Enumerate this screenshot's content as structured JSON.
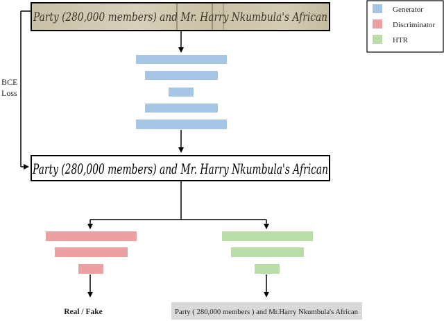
{
  "diagram": {
    "legend": [
      {
        "label": "Generator",
        "color": "#a7c6e6"
      },
      {
        "label": "Discriminator",
        "color": "#eba1a1"
      },
      {
        "label": "HTR",
        "color": "#b9dcaa"
      }
    ],
    "input_image_text": "Party (280,000 members) and Mr. Harry Nkumbula's African",
    "generated_image_text": "Party (280,000 members) and Mr. Harry Nkumbula's African",
    "loss_label_line1": "BCE",
    "loss_label_line2": "Loss",
    "discriminator_output": "Real / Fake",
    "htr_output": "Party ( 280,000 members ) and Mr.Harry Nkumbula's African",
    "colors": {
      "generator": "#a7c6e6",
      "discriminator": "#eba1a1",
      "htr": "#b9dcaa",
      "degraded_bg": "#cdc4ad",
      "degraded_ink": "#3b352c",
      "output_box_bg": "#d9d9d9"
    }
  }
}
